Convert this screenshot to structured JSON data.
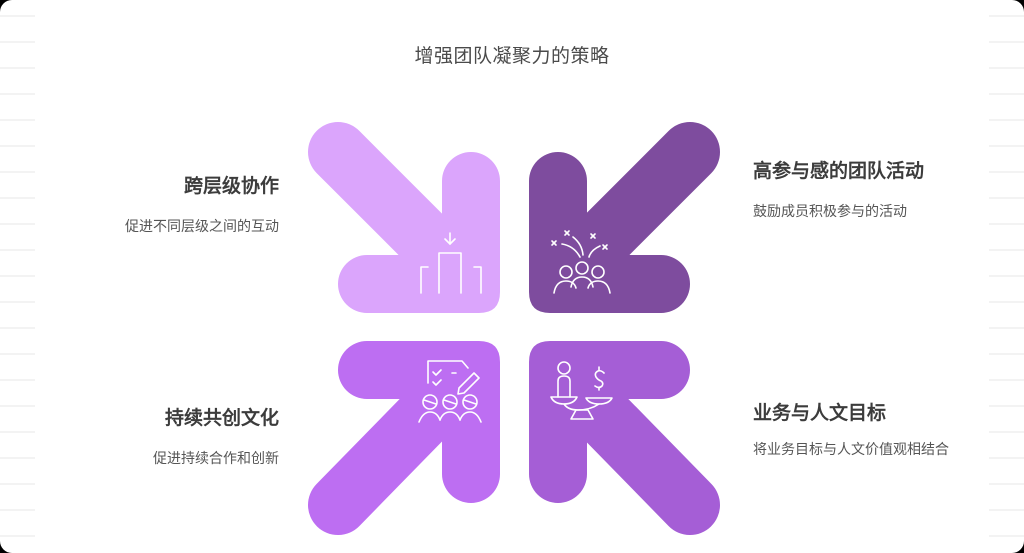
{
  "title": "增强团队凝聚力的策略",
  "colors": {
    "top_left": "#DBA5FC",
    "top_right": "#7E4C9E",
    "bottom_left": "#BD6EF2",
    "bottom_right": "#A55ED6",
    "icon_stroke": "#FFFFFF"
  },
  "strategies": [
    {
      "position": "top-left",
      "title": "跨层级协作",
      "description": "促进不同层级之间的互动",
      "icon": "hierarchy-collaboration-icon",
      "arrow_direction": "down-right"
    },
    {
      "position": "top-right",
      "title": "高参与感的团队活动",
      "description": "鼓励成员积极参与的活动",
      "icon": "team-celebration-icon",
      "arrow_direction": "down-left"
    },
    {
      "position": "bottom-left",
      "title": "持续共创文化",
      "description": "促进持续合作和创新",
      "icon": "co-creation-checklist-icon",
      "arrow_direction": "up-right"
    },
    {
      "position": "bottom-right",
      "title": "业务与人文目标",
      "description": "将业务目标与人文价值观相结合",
      "icon": "balance-scale-icon",
      "arrow_direction": "up-left"
    }
  ]
}
